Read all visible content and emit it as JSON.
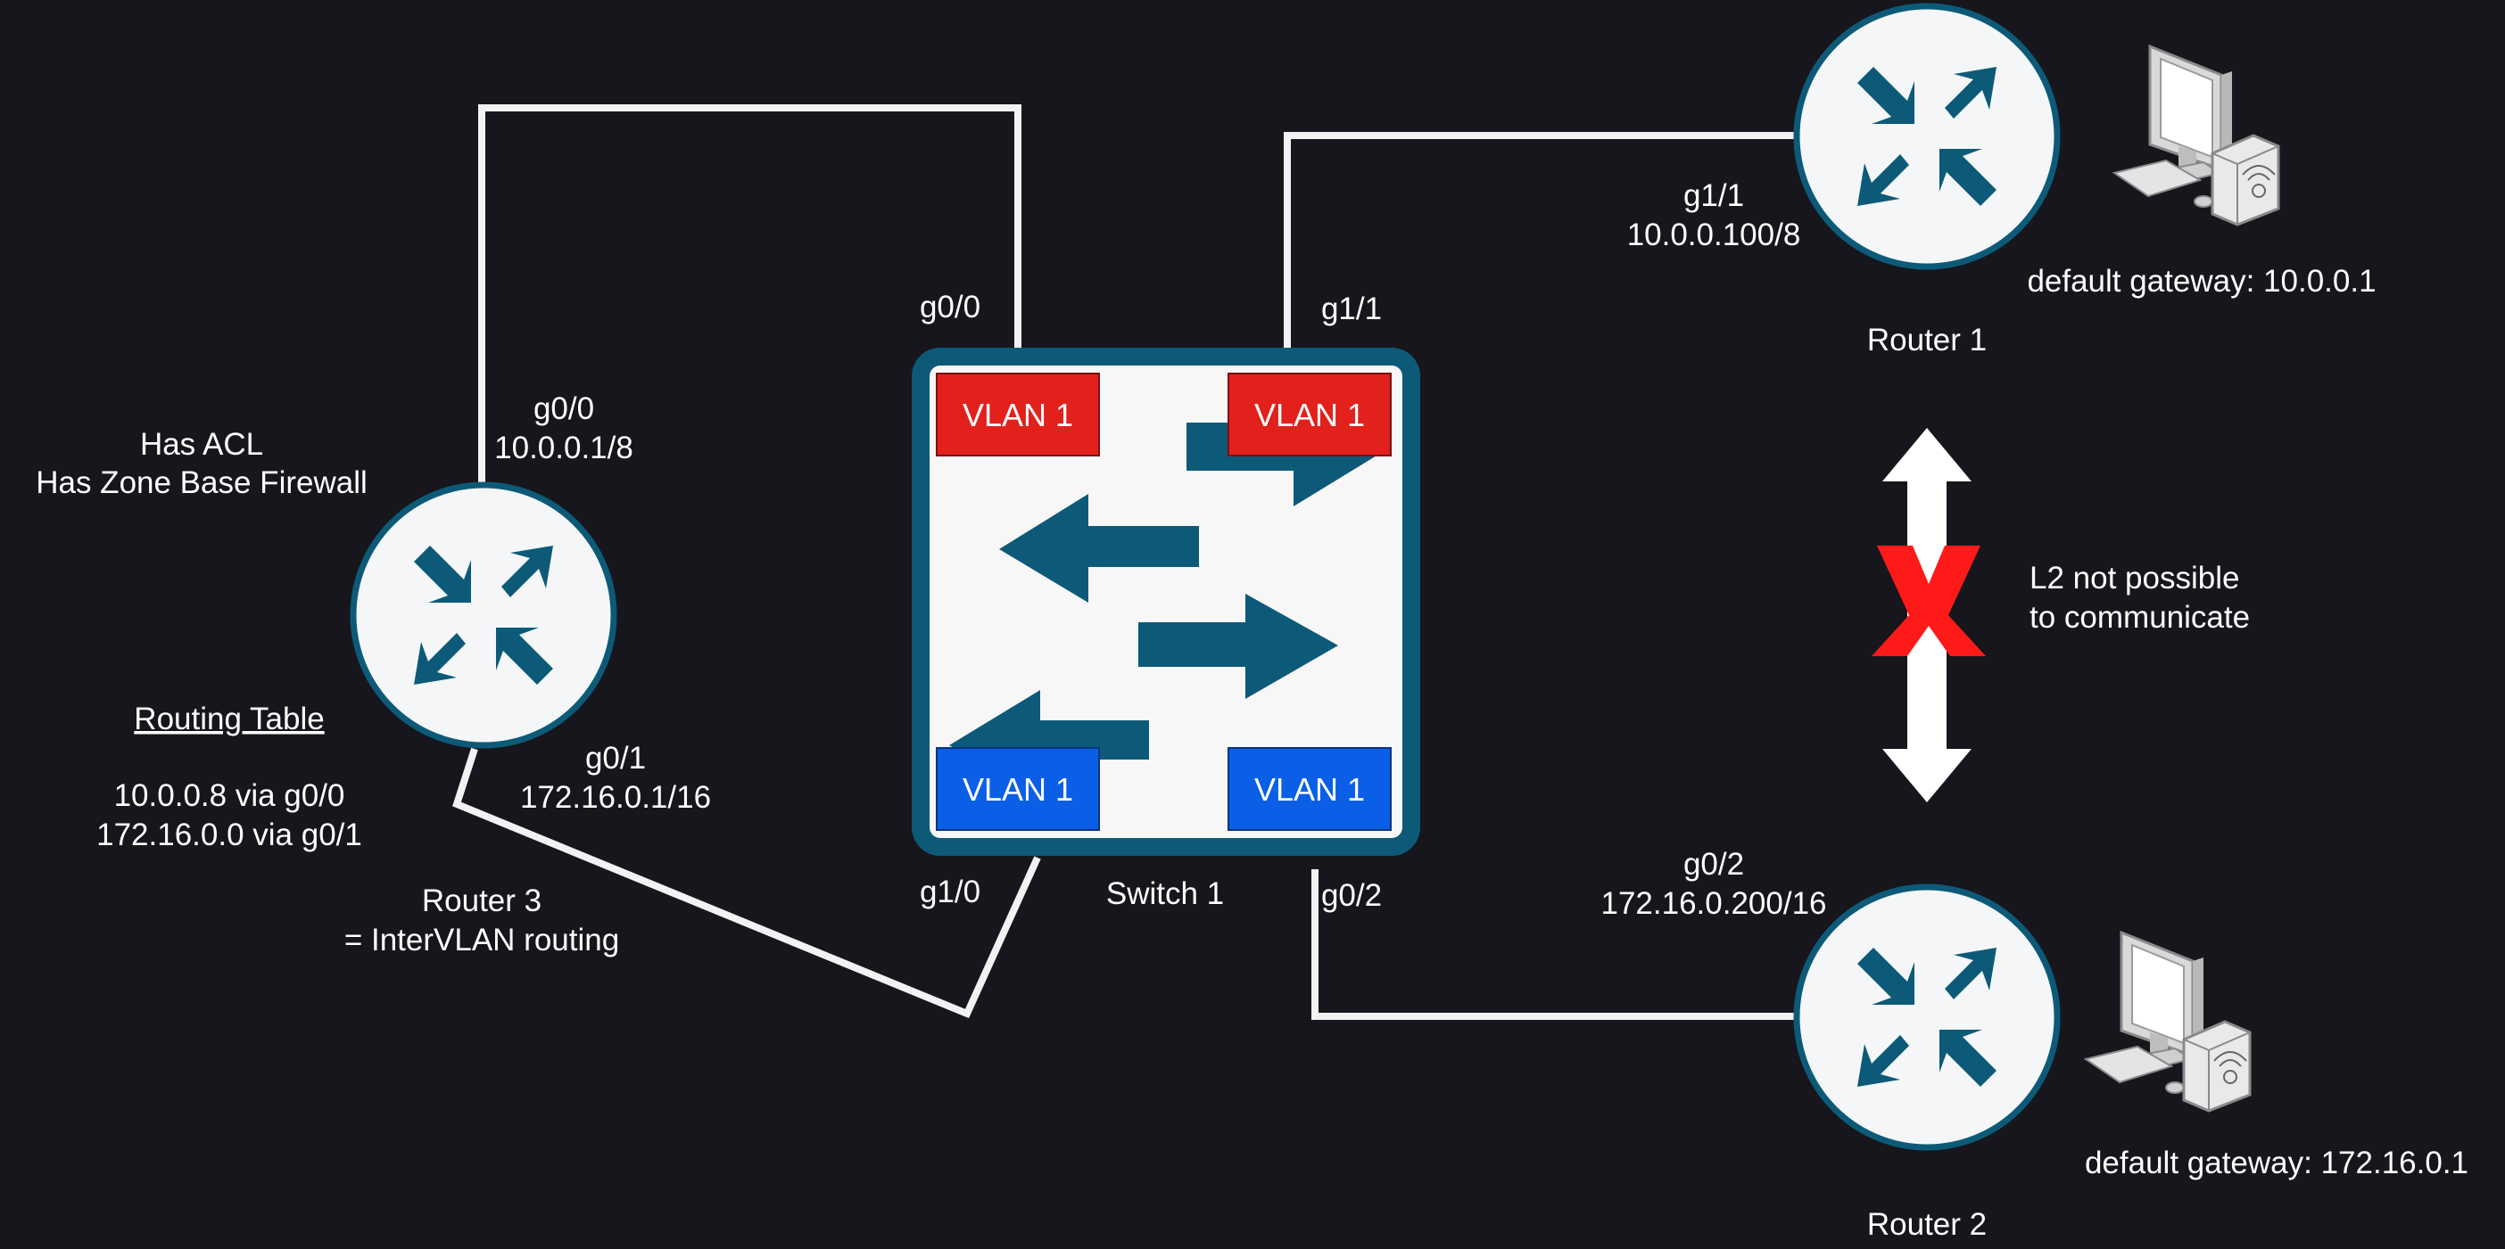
{
  "colors": {
    "background": "#16161c",
    "router_blue": "#0d5a78",
    "vlan_red": "#e2211c",
    "vlan_blue": "#0a5fe6",
    "cross_red": "#ff1a1a",
    "label_white": "#ffffff"
  },
  "router3": {
    "name_line1": "Router 3",
    "name_line2": "= InterVLAN routing",
    "note_line1": "Has ACL",
    "note_line2": "Has Zone Base Firewall",
    "g00_port": "g0/0",
    "g00_ip": "10.0.0.1/8",
    "g01_port": "g0/1",
    "g01_ip": "172.16.0.1/16",
    "routing_table_title": "Routing Table",
    "routes": [
      "10.0.0.8 via g0/0",
      "172.16.0.0 via g0/1"
    ]
  },
  "switch1": {
    "name": "Switch 1",
    "port_g00": "g0/0",
    "port_g11": "g1/1",
    "port_g10": "g1/0",
    "port_g02": "g0/2",
    "vlan_top_left": "VLAN 1",
    "vlan_top_right": "VLAN 1",
    "vlan_bottom_left": "VLAN 1",
    "vlan_bottom_right": "VLAN 1"
  },
  "router1": {
    "name": "Router 1",
    "port": "g1/1",
    "ip": "10.0.0.100/8",
    "pc_gateway": "default gateway: 10.0.0.1"
  },
  "router2": {
    "name": "Router 2",
    "port": "g0/2",
    "ip": "172.16.0.200/16",
    "pc_gateway": "default gateway: 172.16.0.1"
  },
  "l2_note": {
    "line1": "L2 not possible",
    "line2": "to communicate"
  },
  "icons": {
    "router": "router-icon",
    "switch": "switch-icon",
    "pc": "desktop-computer-icon",
    "blocked": "red-x-icon",
    "double_arrow": "vertical-double-arrow-icon"
  }
}
